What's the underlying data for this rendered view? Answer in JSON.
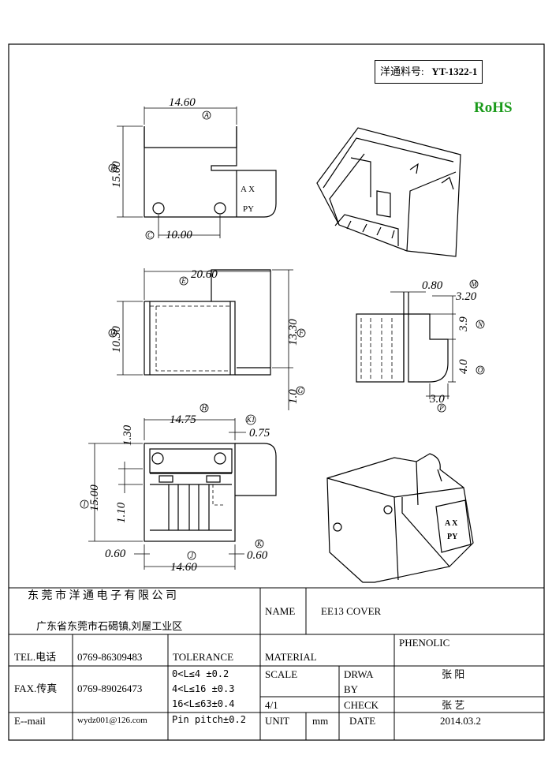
{
  "part_number": {
    "label": "洋通料号:",
    "value": "YT-1322-1"
  },
  "rohs": "RoHS",
  "dims": {
    "top_width": "14.60",
    "top_height": "15.00",
    "top_hole_pitch": "10.00",
    "top_marking_1": "A X",
    "top_marking_2": "PY",
    "front_width": "20.60",
    "front_height_left": "10.30",
    "front_height_right": "13.30",
    "front_bottom": "1.0",
    "side_top_gap": "0.80",
    "side_top_w": "3.20",
    "side_h1": "3.9",
    "side_h2": "4.0",
    "side_bottom": "3.0",
    "bot_top_width": "14.75",
    "bot_edge": "1.30",
    "bot_k1": "0.75",
    "bot_height": "15.00",
    "bot_inner": "1.10",
    "bot_bottom_width": "14.60",
    "bot_left_offset": "0.60",
    "bot_right_offset": "0.60",
    "iso_marking_1": "A X",
    "iso_marking_2": "PY"
  },
  "callouts": [
    "A",
    "B",
    "C",
    "D",
    "E",
    "F",
    "G",
    "H",
    "K1",
    "I",
    "J",
    "K",
    "M",
    "N",
    "O",
    "P"
  ],
  "titleblock": {
    "company": "东 莞 市 洋 通 电 子 有 限 公 司",
    "address": "广东省东莞市石碣镇,刘屋工业区",
    "name_label": "NAME",
    "name_value": "EE13 COVER",
    "tel_label": "TEL.电话",
    "tel_value": "0769-86309483",
    "fax_label": "FAX.传真",
    "fax_value": "0769-89026473",
    "email_label": "E--mail",
    "email_value": "wydz001@126.com",
    "tolerance_label": "TOLERANCE",
    "tolerances": [
      "0<L≤4   ±0.2",
      "4<L≤16  ±0.3",
      "16<L≤63±0.4",
      "Pin pitch±0.2"
    ],
    "material_label": "MATERIAL",
    "material_value": "PHENOLIC",
    "scale_label": "SCALE",
    "scale_value": "4/1",
    "drawn_label_1": "DRWA",
    "drawn_label_2": "BY",
    "drawn_value": "张 阳",
    "check_label": "CHECK",
    "check_value": "张 艺",
    "unit_label": "UNIT",
    "unit_value": "mm",
    "date_label": "DATE",
    "date_value": "2014.03.2"
  }
}
